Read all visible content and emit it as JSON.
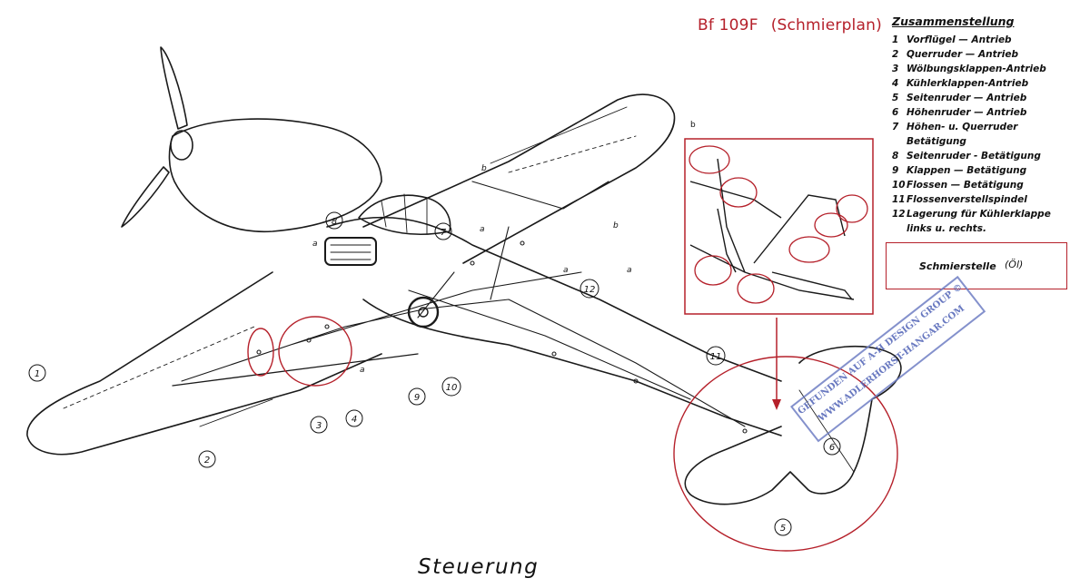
{
  "header": {
    "model": "Bf 109F",
    "subtitle": "(Schmierplan)"
  },
  "legend": {
    "title": "Zusammenstellung",
    "items": [
      {
        "n": "1",
        "text": "Vorflügel — Antrieb"
      },
      {
        "n": "2",
        "text": "Querruder — Antrieb"
      },
      {
        "n": "3",
        "text": "Wölbungsklappen-Antrieb"
      },
      {
        "n": "4",
        "text": "Kühlerklappen-Antrieb"
      },
      {
        "n": "5",
        "text": "Seitenruder — Antrieb"
      },
      {
        "n": "6",
        "text": "Höhenruder — Antrieb"
      },
      {
        "n": "7",
        "text": "Höhen- u. Querruder"
      },
      {
        "n": "",
        "text": "Betätigung"
      },
      {
        "n": "8",
        "text": "Seitenruder - Betätigung"
      },
      {
        "n": "9",
        "text": "Klappen — Betätigung"
      },
      {
        "n": "10",
        "text": "Flossen — Betätigung"
      },
      {
        "n": "11",
        "text": "Flossenverstellspindel"
      },
      {
        "n": "12",
        "text": "Lagerung für Kühlerklappe"
      },
      {
        "n": "",
        "text": "links u. rechts."
      }
    ]
  },
  "lubrication": {
    "label": "Schmierstelle",
    "unit": "(Öl)"
  },
  "diagram": {
    "bottom_title": "Steuerung",
    "callouts": [
      "1",
      "2",
      "3",
      "4",
      "5",
      "6",
      "7",
      "8",
      "9",
      "10",
      "11",
      "12"
    ],
    "small_letters": [
      "a",
      "a",
      "a",
      "a",
      "b",
      "b",
      "a"
    ]
  },
  "watermark": {
    "line1": "GEFUNDEN AUF A-H DESIGN GROUP ©",
    "line2": "WWW.ADLERHORST-HANGAR.COM"
  },
  "colors": {
    "accent_red": "#b5202a",
    "ink": "#111111",
    "watermark_blue": "#4e61b6"
  }
}
